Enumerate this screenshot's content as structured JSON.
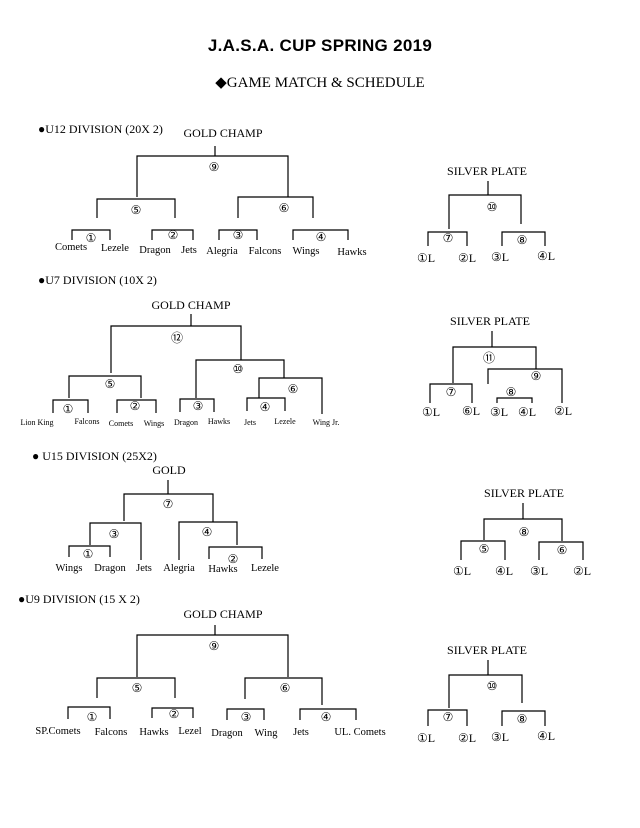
{
  "header": {
    "title": "J.A.S.A.  CUP SPRING 2019",
    "subtitle": "◆GAME MATCH & SCHEDULE"
  },
  "u12": {
    "division": "●U12 DIVISION (20X 2)",
    "gold_label": "GOLD CHAMP",
    "silver_label": "SILVER PLATE",
    "teams": [
      "Comets",
      "Lezele",
      "Dragon",
      "Jets",
      "Alegria",
      "Falcons",
      "Wings",
      "Hawks"
    ],
    "matches": [
      "①",
      "②",
      "③",
      "④",
      "⑤",
      "⑥",
      "⑨"
    ],
    "silver_matches": [
      "⑦",
      "⑧",
      "⑩"
    ],
    "silver_entrants": [
      "①L",
      "②L",
      "③L",
      "④L"
    ]
  },
  "u7": {
    "division": "●U7 DIVISION (10X 2)",
    "gold_label": "GOLD CHAMP",
    "silver_label": "SILVER PLATE",
    "teams": [
      "Lion King",
      "Falcons",
      "Comets",
      "Wings",
      "Dragon",
      "Hawks",
      "Jets",
      "Lezele",
      "Wing Jr."
    ],
    "matches": [
      "①",
      "②",
      "③",
      "④",
      "⑤",
      "⑥",
      "⑩",
      "⑫"
    ],
    "silver_matches": [
      "⑦",
      "⑧",
      "⑨",
      "⑪"
    ],
    "silver_entrants": [
      "①L",
      "⑥L",
      "③L",
      "④L",
      "②L"
    ]
  },
  "u15": {
    "division": "● U15 DIVISION (25X2)",
    "gold_label": "GOLD",
    "silver_label": "SILVER PLATE",
    "teams": [
      "Wings",
      "Dragon",
      "Jets",
      "Alegria",
      "Hawks",
      "Lezele"
    ],
    "matches": [
      "①",
      "②",
      "③",
      "④",
      "⑦"
    ],
    "silver_matches": [
      "⑤",
      "⑥",
      "⑧"
    ],
    "silver_entrants": [
      "①L",
      "④L",
      "③L",
      "②L"
    ]
  },
  "u9": {
    "division": "●U9 DIVISION (15 X 2)",
    "gold_label": "GOLD CHAMP",
    "silver_label": "SILVER PLATE",
    "teams": [
      "SP.Comets",
      "Falcons",
      "Hawks",
      "Lezel",
      "Dragon",
      "Wing",
      "Jets",
      "UL. Comets"
    ],
    "matches": [
      "①",
      "②",
      "③",
      "④",
      "⑤",
      "⑥",
      "⑨"
    ],
    "silver_matches": [
      "⑦",
      "⑧",
      "⑩"
    ],
    "silver_entrants": [
      "①L",
      "②L",
      "③L",
      "④L"
    ]
  }
}
